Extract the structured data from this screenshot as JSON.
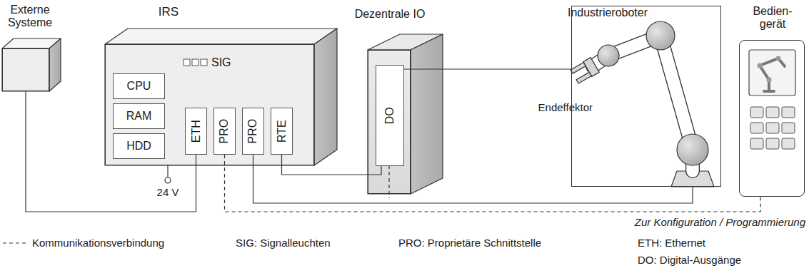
{
  "diagram": {
    "nodes": [
      {
        "text": [
          "Externe Systeme"
        ]
      },
      {
        "text": [
          "IRS"
        ]
      },
      {
        "text": [
          "CPU"
        ],
        "in": 1
      },
      {
        "text": [
          "RAM"
        ],
        "in": 1
      },
      {
        "text": [
          "HDD"
        ],
        "in": 1
      },
      {
        "text": [
          "ETH"
        ],
        "in": 1
      },
      {
        "text": [
          "PRO"
        ],
        "in": 1
      },
      {
        "text": [
          "PRO"
        ],
        "in": 1
      },
      {
        "text": [
          "RTE"
        ],
        "in": 1
      },
      {
        "text": [
          "Dezentrale IO"
        ]
      },
      {
        "text": [
          "DO"
        ],
        "in": 9
      },
      {
        "text": [
          "Industrieroboter"
        ]
      },
      {
        "text": [
          "Bedien- gerät"
        ]
      }
    ],
    "edges": [
      {
        "from": 0,
        "to": 5,
        "arrow": "none"
      },
      {
        "from": 6,
        "to": 12,
        "arrow": "none"
      },
      {
        "from": 7,
        "to": 11,
        "arrow": "none"
      },
      {
        "from": 8,
        "to": 10,
        "arrow": "none"
      },
      {
        "from": 10,
        "to": 11,
        "arrow": "none"
      }
    ],
    "labels": [
      "SIG",
      "24 V",
      "Endeffektor",
      "Zur Konfiguration / Programmierung",
      "SIG: Signalleuchten",
      "PRO: Proprietäre Schnittstelle",
      "ETH: Ethernet",
      "DO: Digital-Ausgänge"
    ],
    "legend": [
      {
        "text": "Kommunikationsverbindung"
      }
    ]
  }
}
